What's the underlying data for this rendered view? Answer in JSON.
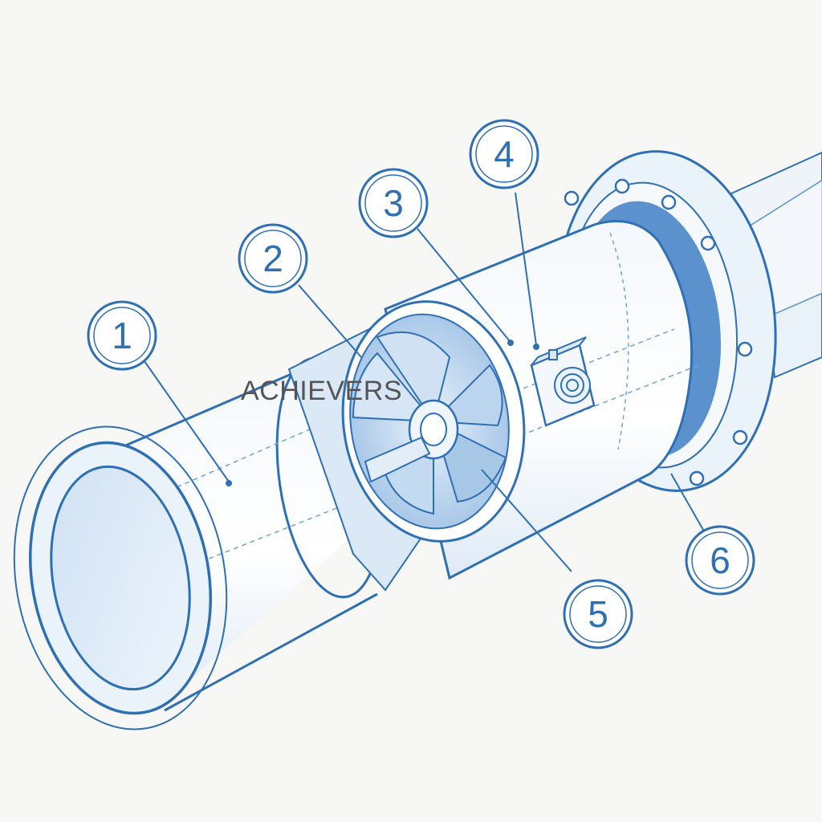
{
  "diagram": {
    "watermark": "ACHIEVERS",
    "callouts": [
      {
        "id": "1",
        "label": "1"
      },
      {
        "id": "2",
        "label": "2"
      },
      {
        "id": "3",
        "label": "3"
      },
      {
        "id": "4",
        "label": "4"
      },
      {
        "id": "5",
        "label": "5"
      },
      {
        "id": "6",
        "label": "6"
      }
    ],
    "colors": {
      "line": "#2f6fb3",
      "line_light": "#6fa3d6",
      "fill_light": "#e6f0fa",
      "fill_mid": "#cfe1f3",
      "background": "#f7f7f5"
    },
    "icons": [
      "pipe-body",
      "impeller-fan-icon",
      "drive-shaft",
      "sensor-box-icon",
      "flange-icon"
    ]
  }
}
